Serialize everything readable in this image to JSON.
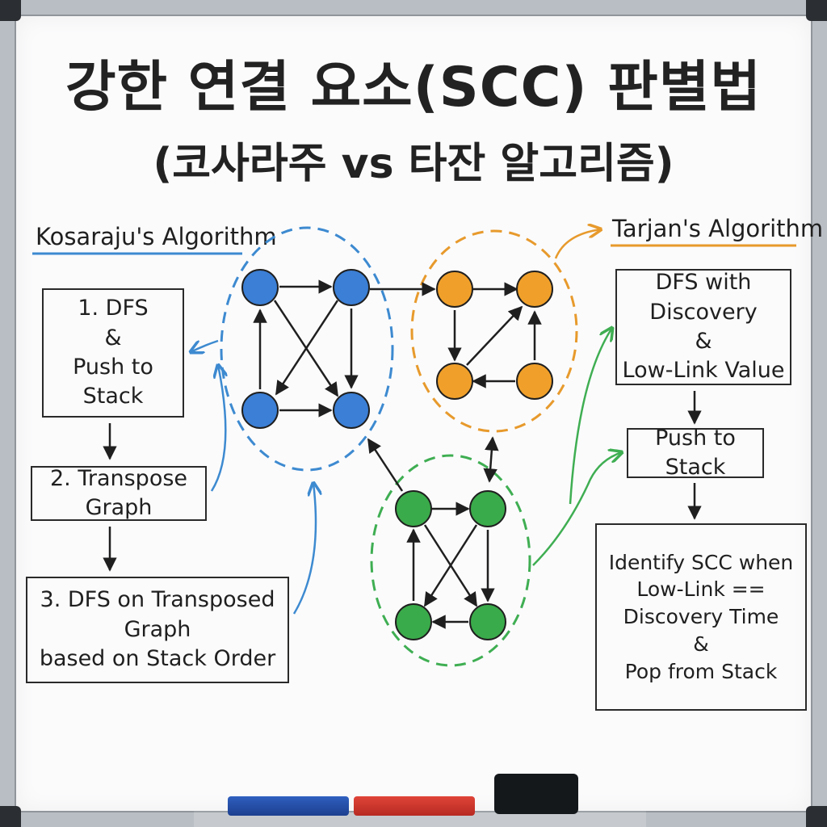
{
  "title": {
    "line1": "강한 연결 요소(SCC) 판별법",
    "line2": "(코사라주 vs 타잔 알고리즘)"
  },
  "kosaraju": {
    "heading": "Kosaraju's Algorithm",
    "step1": {
      "line1": "1. DFS",
      "line2": "&",
      "line3": "Push to Stack"
    },
    "step2": {
      "line1": "2. Transpose Graph"
    },
    "step3": {
      "line1": "3. DFS on Transposed Graph",
      "line2": "based on Stack Order"
    }
  },
  "tarjan": {
    "heading": "Tarjan's Algorithm",
    "step1": {
      "line1": "DFS with Discovery",
      "line2": "&",
      "line3": "Low-Link Value"
    },
    "step2": {
      "line1": "Push to Stack"
    },
    "step3": {
      "line1": "Identify SCC when",
      "line2": "Low-Link == Discovery Time",
      "line3": "&",
      "line4": "Pop from Stack"
    }
  },
  "colors": {
    "blue": "#3b7fd6",
    "orange": "#f0a02a",
    "green": "#3aab4a",
    "ink": "#1f1f1f",
    "blue_line": "#3d8ad0",
    "orange_line": "#e79a2c",
    "green_line": "#3fae52"
  },
  "markers": [
    "blue-marker",
    "red-marker"
  ]
}
